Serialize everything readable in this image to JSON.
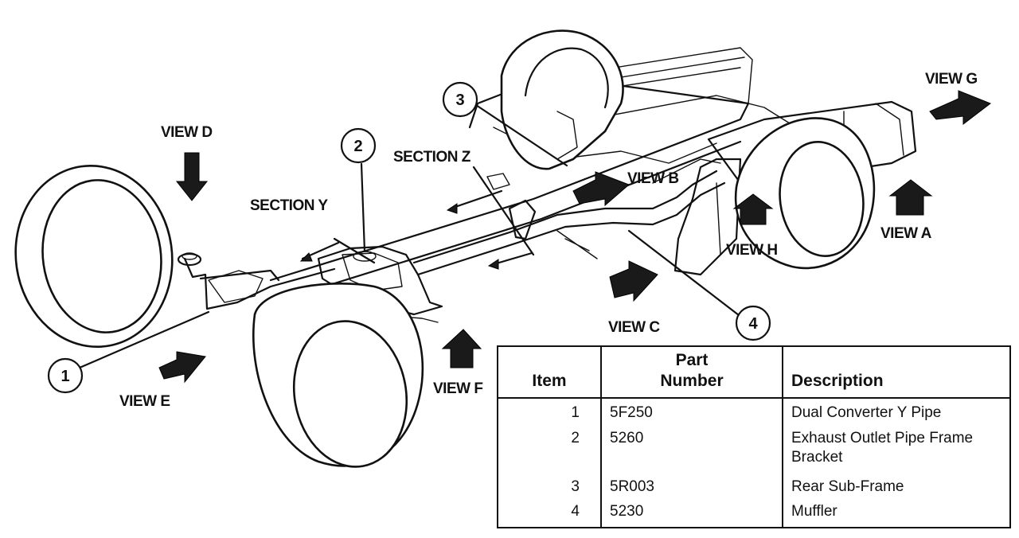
{
  "callouts": [
    {
      "number": "1"
    },
    {
      "number": "2"
    },
    {
      "number": "3"
    },
    {
      "number": "4"
    }
  ],
  "view_labels": {
    "view_a": "VIEW A",
    "view_b": "VIEW B",
    "view_c": "VIEW C",
    "view_d": "VIEW D",
    "view_e": "VIEW E",
    "view_f": "VIEW F",
    "view_g": "VIEW G",
    "view_h": "VIEW H"
  },
  "section_labels": {
    "section_y": "SECTION Y",
    "section_z": "SECTION Z"
  },
  "parts_table": {
    "headers": {
      "item": "Item",
      "part_number_line1": "Part",
      "part_number_line2": "Number",
      "description": "Description"
    },
    "rows": [
      {
        "item": "1",
        "part_number": "5F250",
        "description": "Dual Converter Y Pipe"
      },
      {
        "item": "2",
        "part_number": "5260",
        "description": "Exhaust Outlet Pipe Frame Bracket"
      },
      {
        "item": "3",
        "part_number": "5R003",
        "description": "Rear Sub-Frame"
      },
      {
        "item": "4",
        "part_number": "5230",
        "description": "Muffler"
      }
    ]
  }
}
